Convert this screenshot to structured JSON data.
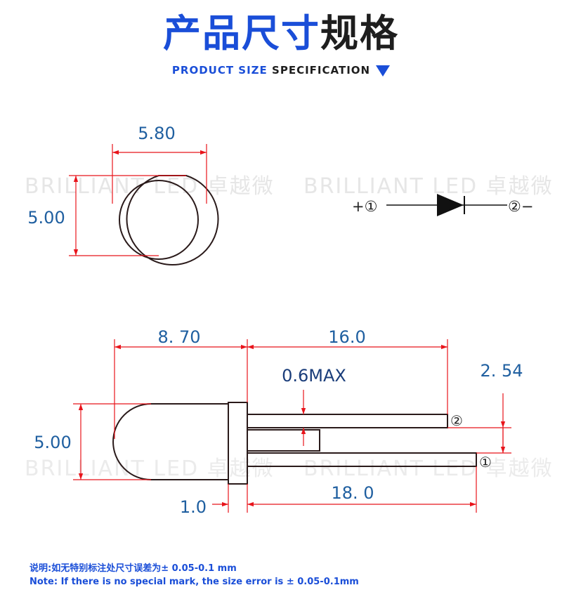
{
  "header": {
    "title_blue": "产品尺寸",
    "title_dark": "规格",
    "subtitle_blue": "PRODUCT SIZE",
    "subtitle_dark": "SPECIFICATION"
  },
  "watermark": {
    "text": "BRILLIANT LED 卓越微"
  },
  "top_view": {
    "width_label": "5.80",
    "height_label": "5.00"
  },
  "symbol": {
    "anode_label": "+①",
    "cathode_label": "②−"
  },
  "side_view": {
    "body_length_label": "8. 70",
    "short_lead_label": "16.0",
    "lead_thickness_label": "0.6MAX",
    "pitch_label": "2. 54",
    "height_label": "5.00",
    "flange_label": "1.0",
    "long_lead_label": "18. 0",
    "pin2_label": "②",
    "pin1_label": "①"
  },
  "notes": {
    "cn": "说明:如无特别标注处尺寸误差为± 0.05-0.1 mm",
    "en": "Note: If there is no special mark, the size error is ± 0.05-0.1mm"
  },
  "colors": {
    "brand_blue": "#1a4ed8",
    "dimension_red": "#e8141b",
    "dimension_text": "#1f5fa0"
  }
}
